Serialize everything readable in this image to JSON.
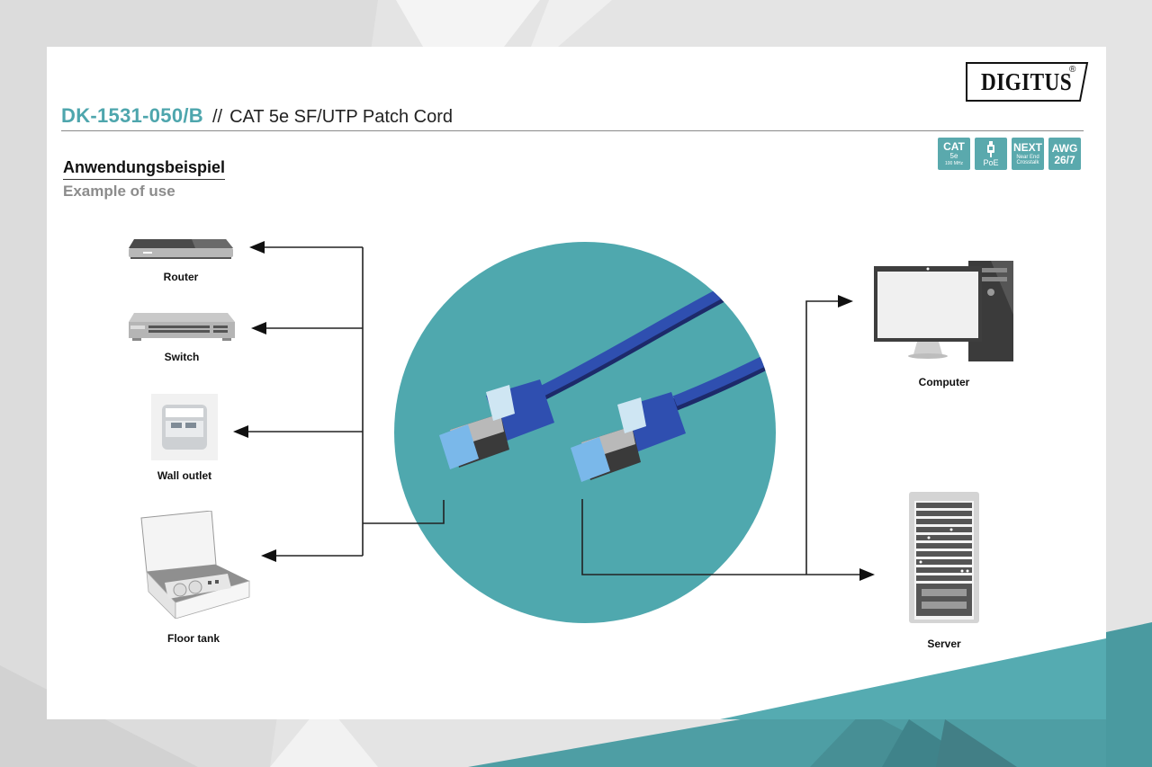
{
  "brand": {
    "logo_text": "DIGITUS",
    "registered_mark": "®"
  },
  "header": {
    "product_code": "DK-1531-050/B",
    "separator": "//",
    "product_name": "CAT 5e SF/UTP Patch Cord"
  },
  "badges": [
    {
      "icon": "cat-badge",
      "top": "CAT",
      "middle": "5e",
      "bottom": "100 MHz"
    },
    {
      "icon": "poe-plug-icon",
      "top": "",
      "middle": "",
      "bottom": "PoE"
    },
    {
      "icon": "next-badge",
      "top": "NEXT",
      "middle": "Near End",
      "bottom": "Crosstalk"
    },
    {
      "icon": "awg-badge",
      "top": "AWG",
      "middle": "",
      "bottom": "26/7"
    }
  ],
  "section": {
    "title_de": "Anwendungsbeispiel",
    "title_en": "Example of use"
  },
  "devices": {
    "left": [
      {
        "id": "router",
        "label": "Router"
      },
      {
        "id": "switch",
        "label": "Switch"
      },
      {
        "id": "wall_outlet",
        "label": "Wall outlet"
      },
      {
        "id": "floor_tank",
        "label": "Floor tank"
      }
    ],
    "right": [
      {
        "id": "computer",
        "label": "Computer"
      },
      {
        "id": "server",
        "label": "Server"
      }
    ]
  },
  "center": {
    "image": "blue-patch-cable-two-rj45-connectors",
    "cable_color": "#2f4fb0",
    "circle_color": "#4fa8ae"
  },
  "colors": {
    "accent": "#4ea6ad",
    "teal_dark": "#3f8f95",
    "page_bg": "#e6e6e6",
    "panel": "#ffffff"
  }
}
